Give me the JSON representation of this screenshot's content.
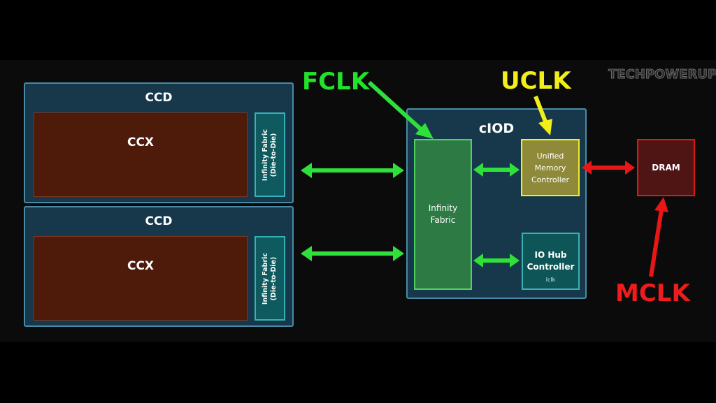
{
  "ccd_top": {
    "title": "CCD",
    "ccx": "CCX",
    "fabric_line1": "Infinity Fabric",
    "fabric_line2": "(Die-to-Die)"
  },
  "ccd_bottom": {
    "title": "CCD",
    "ccx": "CCX",
    "fabric_line1": "Infinity Fabric",
    "fabric_line2": "(Die-to-Die)"
  },
  "ciod": {
    "title": "cIOD",
    "infinity_fabric": [
      "Infinity",
      "Fabric"
    ],
    "umc": [
      "Unified",
      "Memory",
      "Controller"
    ],
    "io_hub": [
      "IO Hub",
      "Controller"
    ],
    "io_hub_clock": "lclk"
  },
  "dram": "DRAM",
  "labels": {
    "fclk": "FCLK",
    "uclk": "UCLK",
    "mclk": "MCLK"
  },
  "logo": "TECHPOWERUP",
  "colors": {
    "fclk": "#22e22a",
    "uclk": "#f2ee1a",
    "mclk": "#ee1c1c",
    "arrow_green": "#2fe03a",
    "arrow_red": "#e81616"
  }
}
